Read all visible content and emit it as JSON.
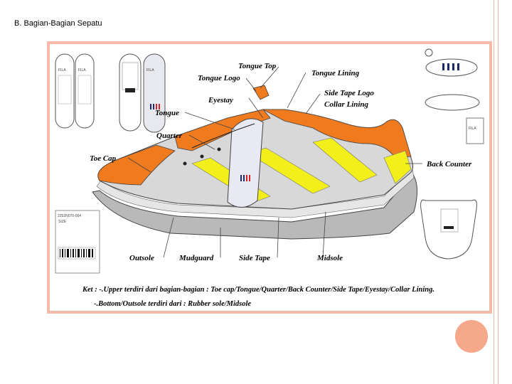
{
  "slide": {
    "title": "B. Bagian-Bagian Sepatu"
  },
  "figure": {
    "labels": {
      "tongue_top": "Tongue Top",
      "tongue_logo": "Tongue Logo",
      "tongue_lining": "Tongue Lining",
      "eyestay": "Eyestay",
      "side_tape_logo": "Side Tape Logo",
      "collar_lining": "Collar Lining",
      "tongue": "Tongue",
      "quarter": "Quarter",
      "toe_cap": "Toe Cap",
      "back_counter": "Back Counter",
      "outsole": "Outsole",
      "mudguard": "Mudguard",
      "side_tape": "Side Tape",
      "midsole": "Midsole"
    },
    "key_line1": "Ket : -.Upper terdiri dari bagian-bagian : Toe cap/Tongue/Quarter/Back Counter/Side Tape/Eyestay/Collar Lining.",
    "key_line2": "-.Bottom/Outsole terdiri dari : Rubber sole/Midsole",
    "small_text": {
      "label_code": "2252N070-004",
      "brand": "FILA",
      "size_text": "SIZE"
    },
    "colors": {
      "orange": "#f07a1e",
      "yellow": "#f2ef1a",
      "grey": "#cfcfcf",
      "frame": "#f4bca8",
      "accent": "#f5a88a",
      "navy": "#1f2a6b",
      "red": "#d8222a"
    }
  }
}
